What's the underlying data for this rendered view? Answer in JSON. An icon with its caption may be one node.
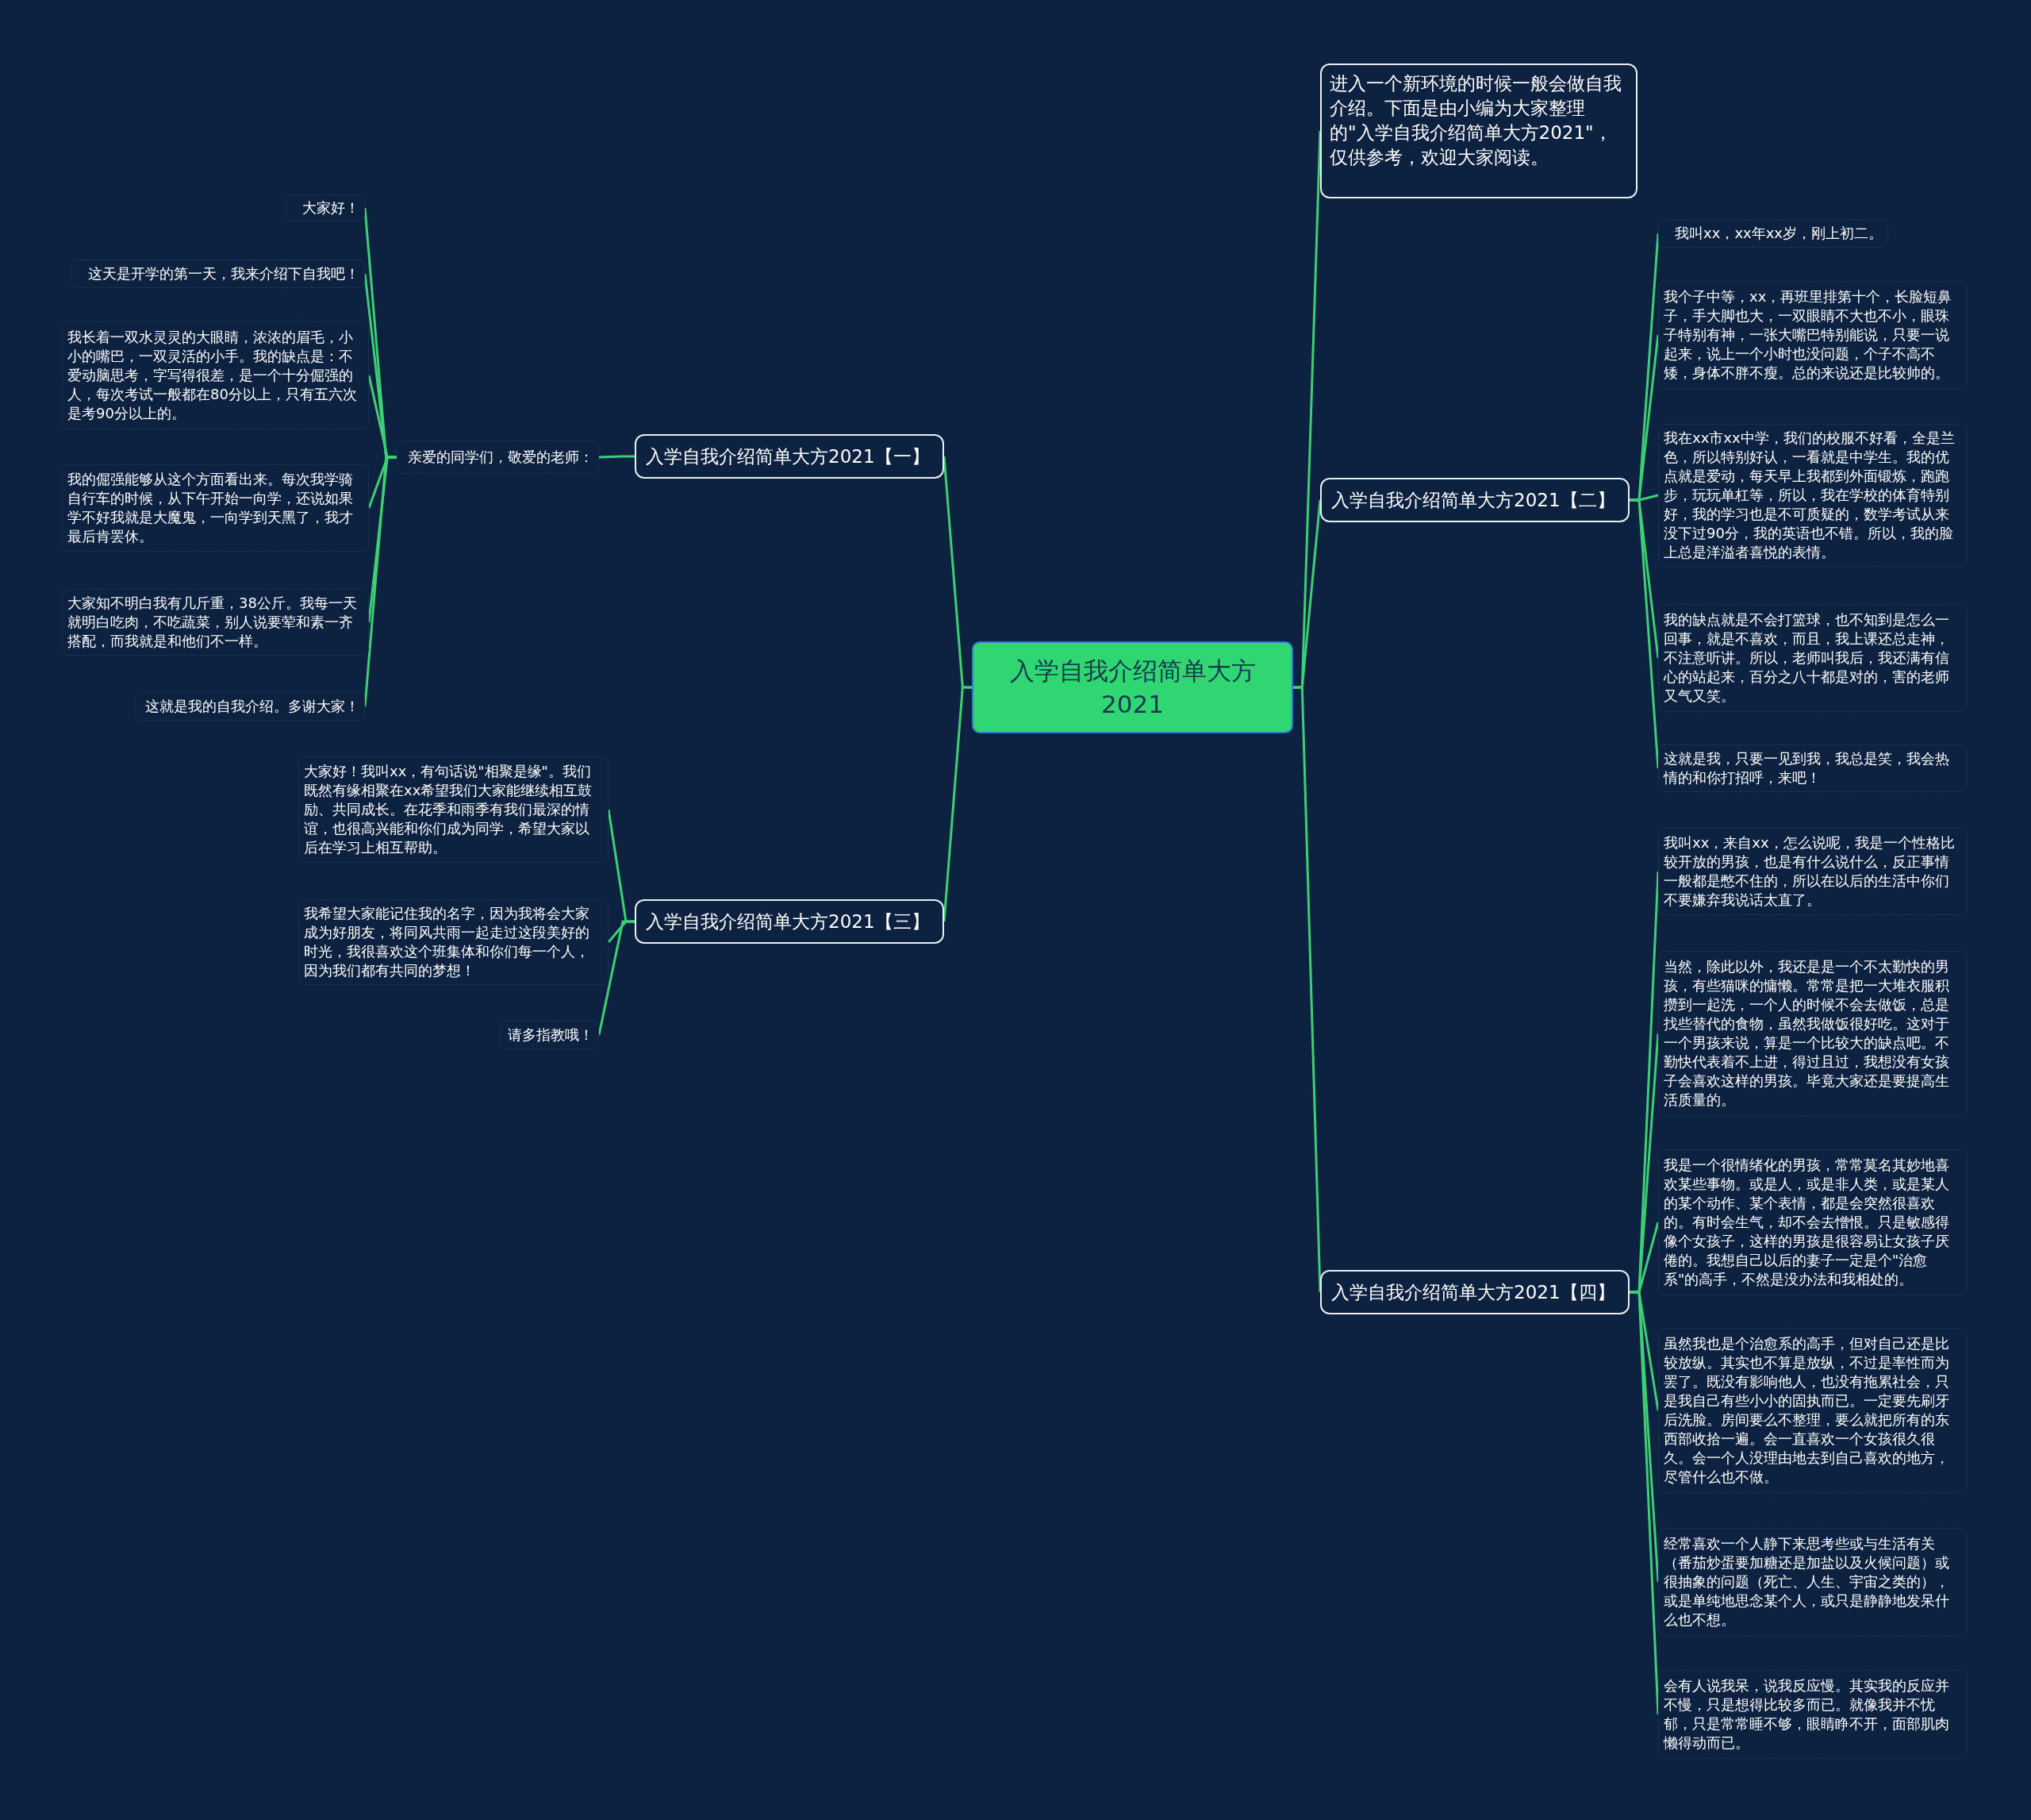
{
  "diagram": {
    "nodes": [
      {
        "text": [
          "入学自我介绍简单大方2021"
        ]
      },
      {
        "text": [
          "进入一个新环境的时候一般会做自我介绍。下面是由小编为大家整理的\"入学自我介绍简单大方2021\"，仅供参考，欢迎大家阅读。"
        ]
      },
      {
        "text": [
          "入学自我介绍简单大方2021【一】"
        ]
      },
      {
        "text": [
          "亲爱的同学们，敬爱的老师："
        ]
      },
      {
        "text": [
          "大家好！"
        ]
      },
      {
        "text": [
          "这天是开学的第一天，我来介绍下自我吧！"
        ]
      },
      {
        "text": [
          "我长着一双水灵灵的大眼睛，浓浓的眉毛，小小的嘴巴，一双灵活的小手。我的缺点是：不爱动脑思考，字写得很差，是一个十分倔强的人，每次考试一般都在80分以上，只有五六次是考90分以上的。"
        ]
      },
      {
        "text": [
          "我的倔强能够从这个方面看出来。每次我学骑自行车的时候，从下午开始一向学，还说如果学不好我就是大魔鬼，一向学到天黑了，我才最后肯罢休。"
        ]
      },
      {
        "text": [
          "大家知不明白我有几斤重，38公斤。我每一天就明白吃肉，不吃蔬菜，别人说要荤和素一齐搭配，而我就是和他们不一样。"
        ]
      },
      {
        "text": [
          "这就是我的自我介绍。多谢大家！"
        ]
      },
      {
        "text": [
          "入学自我介绍简单大方2021【三】"
        ]
      },
      {
        "text": [
          "大家好！我叫xx，有句话说\"相聚是缘\"。我们既然有缘相聚在xx希望我们大家能继续相互鼓励、共同成长。在花季和雨季有我们最深的情谊，也很高兴能和你们成为同学，希望大家以后在学习上相互帮助。"
        ]
      },
      {
        "text": [
          "我希望大家能记住我的名字，因为我将会大家成为好朋友，将同风共雨一起走过这段美好的时光，我很喜欢这个班集体和你们每一个人，因为我们都有共同的梦想！"
        ]
      },
      {
        "text": [
          "请多指教哦！"
        ]
      },
      {
        "text": [
          "入学自我介绍简单大方2021【二】"
        ]
      },
      {
        "text": [
          "我叫xx，xx年xx岁，刚上初二。"
        ]
      },
      {
        "text": [
          "我个子中等，xx，再班里排第十个，长脸短鼻子，手大脚也大，一双眼睛不大也不小，眼珠子特别有神，一张大嘴巴特别能说，只要一说起来，说上一个小时也没问题，个子不高不矮，身体不胖不瘦。总的来说还是比较帅的。"
        ]
      },
      {
        "text": [
          "我在xx市xx中学，我们的校服不好看，全是兰色，所以特别好认，一看就是中学生。我的优点就是爱动，每天早上我都到外面锻炼，跑跑步，玩玩单杠等，所以，我在学校的体育特别好，我的学习也是不可质疑的，数学考试从来没下过90分，我的英语也不错。所以，我的脸上总是洋溢者喜悦的表情。"
        ]
      },
      {
        "text": [
          "我的缺点就是不会打篮球，也不知到是怎么一回事，就是不喜欢，而且，我上课还总走神，不注意听讲。所以，老师叫我后，我还满有信心的站起来，百分之八十都是对的，害的老师又气又笑。"
        ]
      },
      {
        "text": [
          "这就是我，只要一见到我，我总是笑，我会热情的和你打招呼，来吧！"
        ]
      },
      {
        "text": [
          "入学自我介绍简单大方2021【四】"
        ]
      },
      {
        "text": [
          "我叫xx，来自xx，怎么说呢，我是一个性格比较开放的男孩，也是有什么说什么，反正事情一般都是憋不住的，所以在以后的生活中你们不要嫌弃我说话太直了。"
        ]
      },
      {
        "text": [
          "当然，除此以外，我还是是一个不太勤快的男孩，有些猫咪的慵懒。常常是把一大堆衣服积攒到一起洗，一个人的时候不会去做饭，总是找些替代的食物，虽然我做饭很好吃。这对于一个男孩来说，算是一个比较大的缺点吧。不勤快代表着不上进，得过且过，我想没有女孩子会喜欢这样的男孩。毕竟大家还是要提高生活质量的。"
        ]
      },
      {
        "text": [
          "我是一个很情绪化的男孩，常常莫名其妙地喜欢某些事物。或是人，或是非人类，或是某人的某个动作、某个表情，都是会突然很喜欢的。有时会生气，却不会去憎恨。只是敏感得像个女孩子，这样的男孩是很容易让女孩子厌倦的。我想自己以后的妻子一定是个\"治愈系\"的高手，不然是没办法和我相处的。"
        ]
      },
      {
        "text": [
          "虽然我也是个治愈系的高手，但对自己还是比较放纵。其实也不算是放纵，不过是率性而为罢了。既没有影响他人，也没有拖累社会，只是我自己有些小小的固执而已。一定要先刷牙后洗脸。房间要么不整理，要么就把所有的东西部收拾一遍。会一直喜欢一个女孩很久很久。会一个人没理由地去到自己喜欢的地方，尽管什么也不做。"
        ]
      },
      {
        "text": [
          "经常喜欢一个人静下来思考些或与生活有关（番茄炒蛋要加糖还是加盐以及火候问题）或很抽象的问题（死亡、人生、宇宙之类的），或是单纯地思念某个人，或只是静静地发呆什么也不想。"
        ]
      },
      {
        "text": [
          "会有人说我呆，说我反应慢。其实我的反应并不慢，只是想得比较多而已。就像我并不忧郁，只是常常睡不够，眼睛睁不开，面部肌肉懒得动而已。"
        ]
      }
    ],
    "edges": [
      {
        "from": 0,
        "to": 1,
        "arrow": "none"
      },
      {
        "from": 0,
        "to": 2,
        "arrow": "none"
      },
      {
        "from": 0,
        "to": 10,
        "arrow": "none"
      },
      {
        "from": 0,
        "to": 14,
        "arrow": "none"
      },
      {
        "from": 0,
        "to": 20,
        "arrow": "none"
      },
      {
        "from": 2,
        "to": 3,
        "arrow": "none"
      },
      {
        "from": 3,
        "to": 4,
        "arrow": "none"
      },
      {
        "from": 3,
        "to": 5,
        "arrow": "none"
      },
      {
        "from": 3,
        "to": 6,
        "arrow": "none"
      },
      {
        "from": 3,
        "to": 7,
        "arrow": "none"
      },
      {
        "from": 3,
        "to": 8,
        "arrow": "none"
      },
      {
        "from": 3,
        "to": 9,
        "arrow": "none"
      },
      {
        "from": 10,
        "to": 11,
        "arrow": "none"
      },
      {
        "from": 10,
        "to": 12,
        "arrow": "none"
      },
      {
        "from": 10,
        "to": 13,
        "arrow": "none"
      },
      {
        "from": 14,
        "to": 15,
        "arrow": "none"
      },
      {
        "from": 14,
        "to": 16,
        "arrow": "none"
      },
      {
        "from": 14,
        "to": 17,
        "arrow": "none"
      },
      {
        "from": 14,
        "to": 18,
        "arrow": "none"
      },
      {
        "from": 14,
        "to": 19,
        "arrow": "none"
      },
      {
        "from": 20,
        "to": 21,
        "arrow": "none"
      },
      {
        "from": 20,
        "to": 22,
        "arrow": "none"
      },
      {
        "from": 20,
        "to": 23,
        "arrow": "none"
      },
      {
        "from": 20,
        "to": 24,
        "arrow": "none"
      },
      {
        "from": 20,
        "to": 25,
        "arrow": "none"
      },
      {
        "from": 20,
        "to": 26,
        "arrow": "none"
      }
    ]
  }
}
